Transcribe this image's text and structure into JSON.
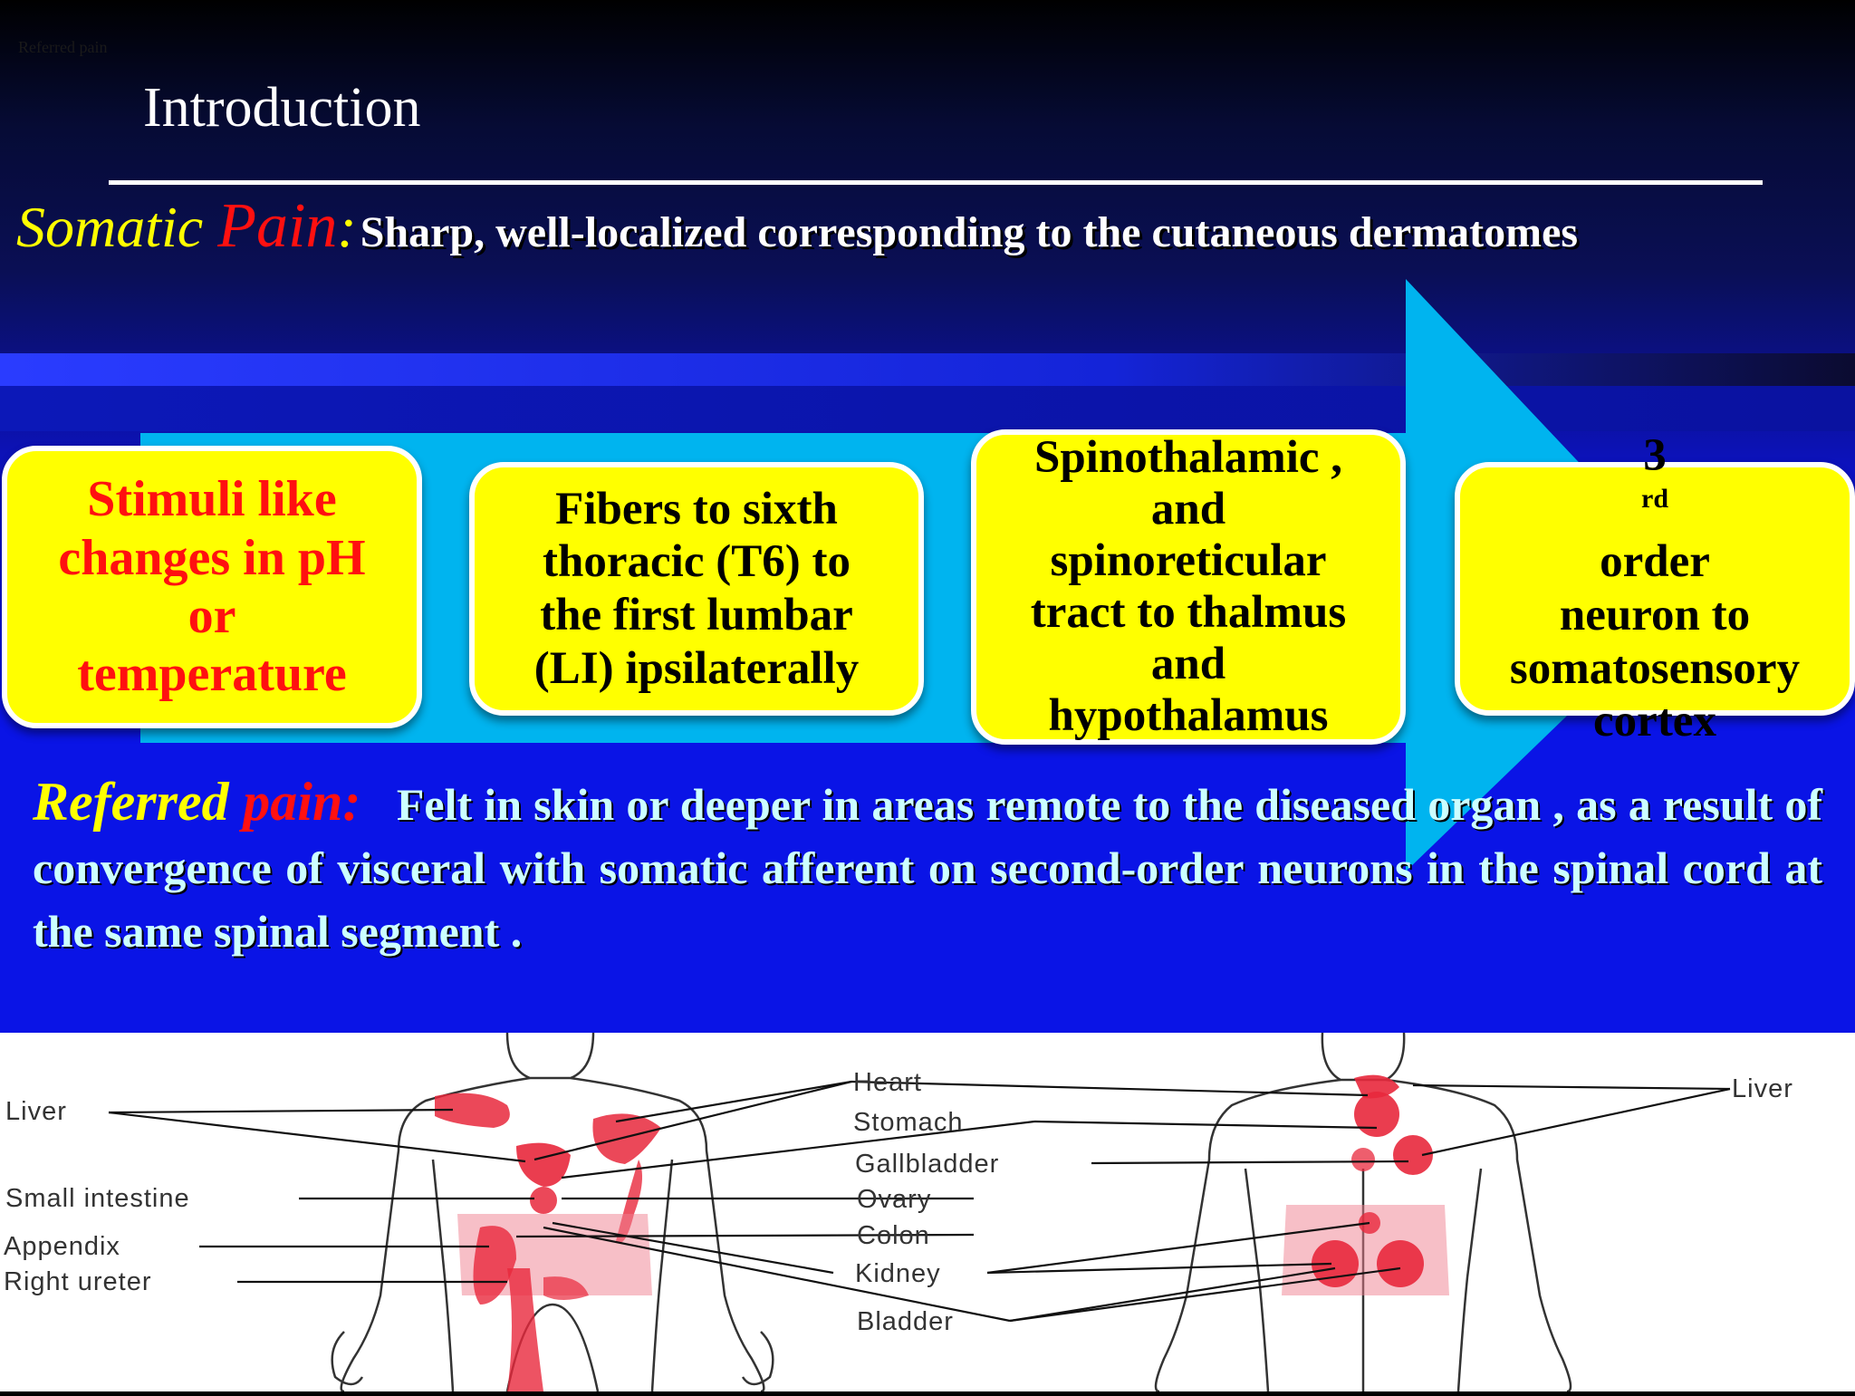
{
  "header": {
    "corner_text": "Referred pain",
    "title": "Introduction"
  },
  "somatic": {
    "label_part1": "Somatic ",
    "label_part2": "Pain",
    "label_colon": ":",
    "description": "Sharp, well-localized corresponding to the cutaneous dermatomes"
  },
  "flow": {
    "boxes": [
      {
        "lines": [
          "Stimuli like",
          "changes in pH",
          "or",
          "temperature"
        ]
      },
      {
        "lines": [
          "Fibers  to sixth",
          "thoracic (T6) to",
          "the first lumbar",
          "(LI) ipsilaterally"
        ]
      },
      {
        "lines": [
          "Spinothalamic ,",
          "and",
          "spinoreticular",
          "tract to thalmus",
          "and",
          "hypothalamus"
        ]
      },
      {
        "lines_ordinal": "3",
        "lines_sup": "rd",
        "lines_rest": " order",
        "lines": [
          "neuron to",
          "somatosensory",
          "cortex"
        ]
      }
    ]
  },
  "referred": {
    "label_part1": "Referred ",
    "label_part2": "pain:",
    "description": "Felt in skin or deeper  in areas remote to the diseased organ , as a result of convergence of visceral with somatic afferent on second-order neurons in the spinal cord at the same spinal segment ."
  },
  "diagram": {
    "left_labels": [
      "Liver",
      "Small intestine",
      "Appendix",
      "Right ureter"
    ],
    "center_labels": [
      "Heart",
      "Stomach",
      "Gallbladder",
      "Ovary",
      "Colon",
      "Kidney",
      "Bladder"
    ],
    "right_labels": [
      "Liver"
    ]
  },
  "colors": {
    "slide_blue": "#0a14e6",
    "box_fill": "#ffff00",
    "arrow_fill": "#00b4ef",
    "label_yellow": "#ffff00",
    "label_red": "#ff1010",
    "pain_region": "#e8283c"
  }
}
